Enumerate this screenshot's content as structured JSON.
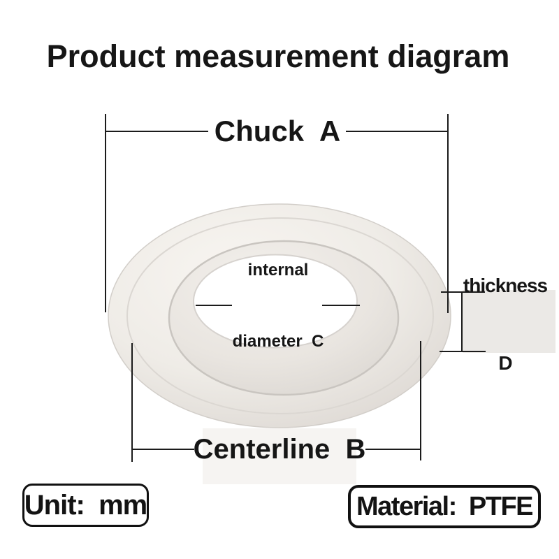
{
  "title": "Product measurement diagram",
  "labels": {
    "chuck": "Chuck  A",
    "internal_line1": "internal",
    "internal_line2": "diameter  C",
    "thickness_line1": "thickness",
    "thickness_line2": "D",
    "centerline": "Centerline  B"
  },
  "footer": {
    "unit_label": "Unit:  mm",
    "material_label": "Material:  PTFE"
  },
  "illustration": {
    "subject": "white PTFE tri-clamp gasket ring, angled top view, center hole",
    "colors": {
      "surface_light": "#f8f5f1",
      "surface_mid": "#efece7",
      "surface_dark": "#ddd8d3",
      "crease": "#c9c5c0",
      "hole": "#ffffff"
    }
  },
  "line_color": "#1b1b1b",
  "text_color": "#161616"
}
